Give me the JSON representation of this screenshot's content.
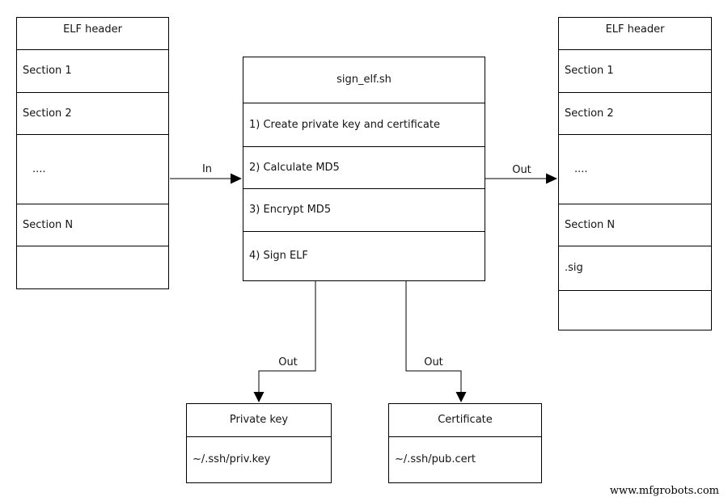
{
  "diagram": {
    "left_elf": {
      "title": "ELF header",
      "rows": [
        "Section 1",
        "Section 2",
        "....",
        "Section N",
        ""
      ]
    },
    "script_box": {
      "title": "sign_elf.sh",
      "steps": [
        "1) Create private key and certificate",
        "2) Calculate MD5",
        "3) Encrypt MD5",
        "4) Sign ELF"
      ]
    },
    "right_elf": {
      "title": "ELF header",
      "rows": [
        "Section 1",
        "Section 2",
        "....",
        "Section N",
        ".sig",
        ""
      ]
    },
    "private_key_box": {
      "title": "Private key",
      "path": "~/.ssh/priv.key"
    },
    "certificate_box": {
      "title": "Certificate",
      "path": "~/.ssh/pub.cert"
    },
    "arrow_labels": {
      "in": "In",
      "out_right": "Out",
      "out_private_key": "Out",
      "out_certificate": "Out"
    },
    "colors": {
      "line": "#000000",
      "background": "#ffffff",
      "text": "#141414"
    }
  },
  "footer": {
    "watermark": "www.mfgrobots.com"
  }
}
